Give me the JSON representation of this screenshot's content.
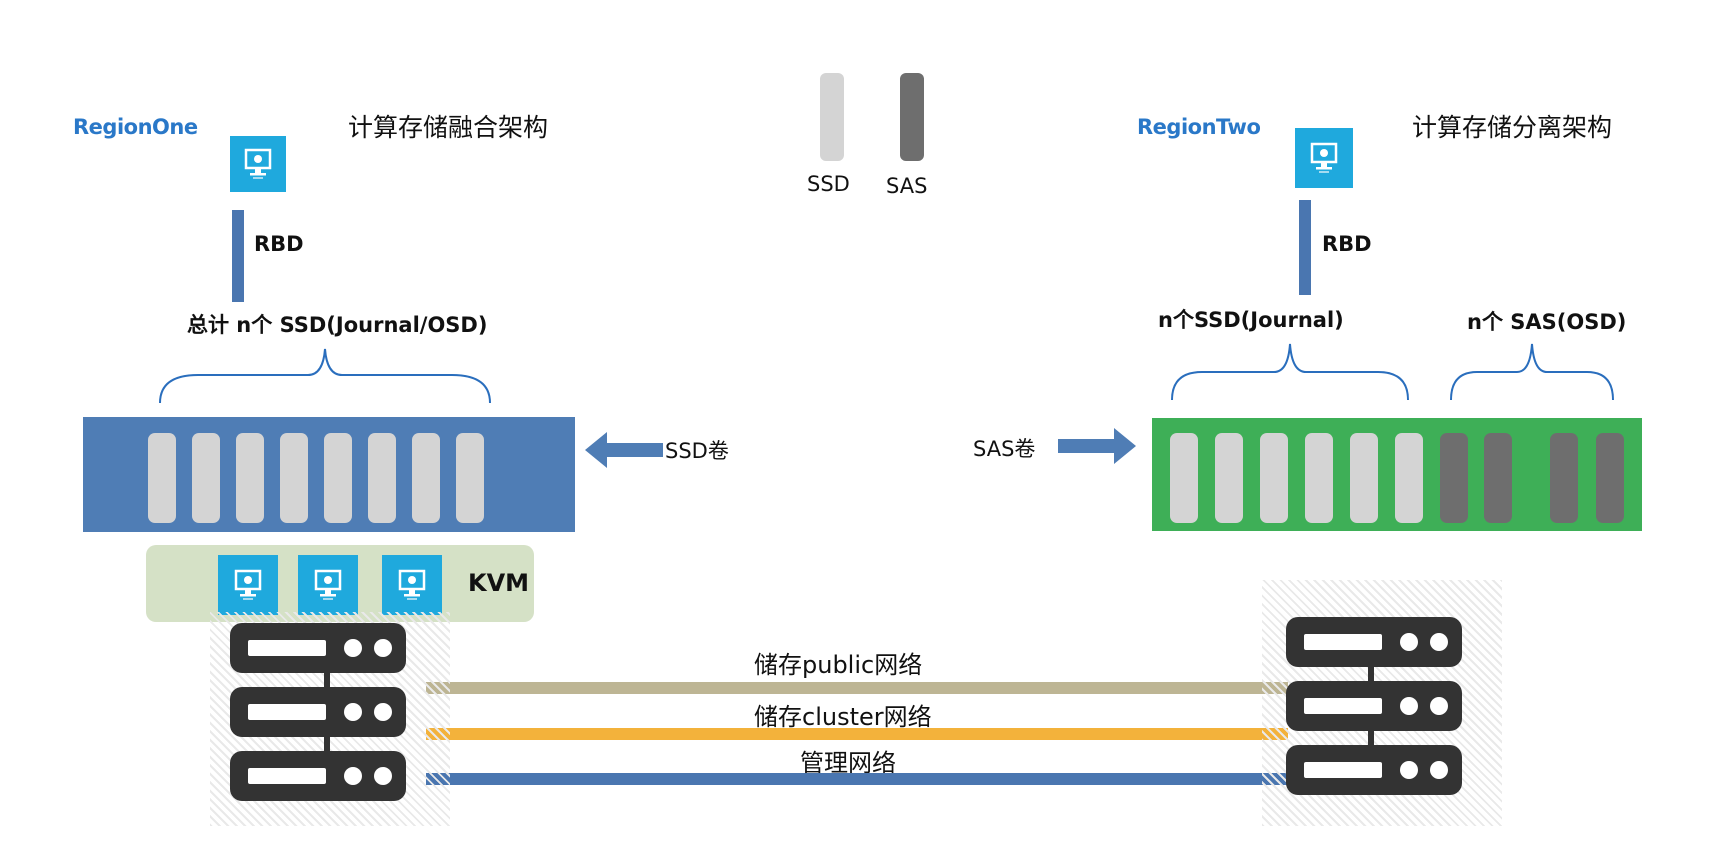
{
  "legend": {
    "ssd_label": "SSD",
    "sas_label": "SAS",
    "ssd_color": "#d4d4d4",
    "sas_color": "#6e6e6e"
  },
  "region_one": {
    "title": "RegionOne",
    "arch_title": "计算存储融合架构",
    "link_label": "RBD",
    "disk_group_label": "总计 n个 SSD(Journal/OSD)",
    "volume_label": "SSD卷",
    "hypervisor_label": "KVM",
    "chassis_color": "#4f7db5",
    "kvm_panel_color": "#d5e1c6"
  },
  "region_two": {
    "title": "RegionTwo",
    "arch_title": "计算存储分离架构",
    "link_label": "RBD",
    "ssd_group_label": "n个SSD(Journal)",
    "sas_group_label": "n个 SAS(OSD)",
    "volume_label": "SAS卷",
    "chassis_color": "#3eaf57"
  },
  "networks": [
    {
      "label": "储存public网络",
      "color": "#bdb594"
    },
    {
      "label": "储存cluster网络",
      "color": "#f3b23b"
    },
    {
      "label": "管理网络",
      "color": "#4a76b0"
    }
  ],
  "icons": {
    "vm": "vm-monitor-icon",
    "server": "server-rack-icon",
    "arrow": "arrow-icon",
    "brace": "curly-brace-icon"
  }
}
